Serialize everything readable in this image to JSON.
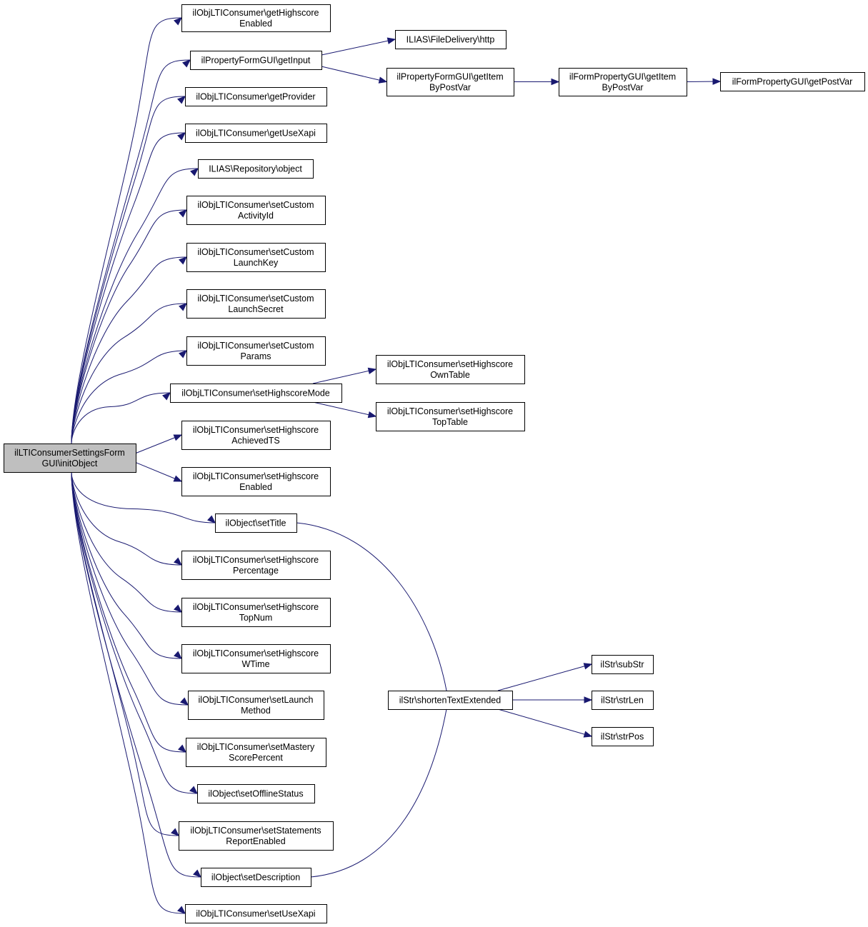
{
  "graph": {
    "nodes": [
      {
        "id": "root",
        "lines": [
          "ilLTIConsumerSettingsForm",
          "GUI\\initObject"
        ],
        "highlighted": true
      },
      {
        "id": "n_getHighscoreEnabled",
        "lines": [
          "ilObjLTIConsumer\\getHighscore",
          "Enabled"
        ]
      },
      {
        "id": "n_getInput",
        "lines": [
          "ilPropertyFormGUI\\getInput"
        ]
      },
      {
        "id": "n_getProvider",
        "lines": [
          "ilObjLTIConsumer\\getProvider"
        ]
      },
      {
        "id": "n_getUseXapi",
        "lines": [
          "ilObjLTIConsumer\\getUseXapi"
        ]
      },
      {
        "id": "n_repoObject",
        "lines": [
          "ILIAS\\Repository\\object"
        ]
      },
      {
        "id": "n_setCustomActivityId",
        "lines": [
          "ilObjLTIConsumer\\setCustom",
          "ActivityId"
        ]
      },
      {
        "id": "n_setCustomLaunchKey",
        "lines": [
          "ilObjLTIConsumer\\setCustom",
          "LaunchKey"
        ]
      },
      {
        "id": "n_setCustomLaunchSecret",
        "lines": [
          "ilObjLTIConsumer\\setCustom",
          "LaunchSecret"
        ]
      },
      {
        "id": "n_setCustomParams",
        "lines": [
          "ilObjLTIConsumer\\setCustom",
          "Params"
        ]
      },
      {
        "id": "n_setHighscoreMode",
        "lines": [
          "ilObjLTIConsumer\\setHighscoreMode"
        ]
      },
      {
        "id": "n_setHighscoreAchievedTS",
        "lines": [
          "ilObjLTIConsumer\\setHighscore",
          "AchievedTS"
        ]
      },
      {
        "id": "n_setHighscoreEnabled",
        "lines": [
          "ilObjLTIConsumer\\setHighscore",
          "Enabled"
        ]
      },
      {
        "id": "n_setTitle",
        "lines": [
          "ilObject\\setTitle"
        ]
      },
      {
        "id": "n_setHighscorePercentage",
        "lines": [
          "ilObjLTIConsumer\\setHighscore",
          "Percentage"
        ]
      },
      {
        "id": "n_setHighscoreTopNum",
        "lines": [
          "ilObjLTIConsumer\\setHighscore",
          "TopNum"
        ]
      },
      {
        "id": "n_setHighscoreWTime",
        "lines": [
          "ilObjLTIConsumer\\setHighscore",
          "WTime"
        ]
      },
      {
        "id": "n_setLaunchMethod",
        "lines": [
          "ilObjLTIConsumer\\setLaunch",
          "Method"
        ]
      },
      {
        "id": "n_setMasteryScorePercent",
        "lines": [
          "ilObjLTIConsumer\\setMastery",
          "ScorePercent"
        ]
      },
      {
        "id": "n_setOfflineStatus",
        "lines": [
          "ilObject\\setOfflineStatus"
        ]
      },
      {
        "id": "n_setStatementsReportEnabled",
        "lines": [
          "ilObjLTIConsumer\\setStatements",
          "ReportEnabled"
        ]
      },
      {
        "id": "n_setDescription",
        "lines": [
          "ilObject\\setDescription"
        ]
      },
      {
        "id": "n_setUseXapi",
        "lines": [
          "ilObjLTIConsumer\\setUseXapi"
        ]
      },
      {
        "id": "n_http",
        "lines": [
          "ILIAS\\FileDelivery\\http"
        ]
      },
      {
        "id": "n_getItemByPostVar",
        "lines": [
          "ilPropertyFormGUI\\getItem",
          "ByPostVar"
        ]
      },
      {
        "id": "n_formPropGetItemByPostVar",
        "lines": [
          "ilFormPropertyGUI\\getItem",
          "ByPostVar"
        ]
      },
      {
        "id": "n_getPostVar",
        "lines": [
          "ilFormPropertyGUI\\getPostVar"
        ]
      },
      {
        "id": "n_setHighscoreOwnTable",
        "lines": [
          "ilObjLTIConsumer\\setHighscore",
          "OwnTable"
        ]
      },
      {
        "id": "n_setHighscoreTopTable",
        "lines": [
          "ilObjLTIConsumer\\setHighscore",
          "TopTable"
        ]
      },
      {
        "id": "n_shortenTextExtended",
        "lines": [
          "ilStr\\shortenTextExtended"
        ]
      },
      {
        "id": "n_subStr",
        "lines": [
          "ilStr\\subStr"
        ]
      },
      {
        "id": "n_strLen",
        "lines": [
          "ilStr\\strLen"
        ]
      },
      {
        "id": "n_strPos",
        "lines": [
          "ilStr\\strPos"
        ]
      }
    ],
    "edges": [
      {
        "from": "root",
        "to": "n_getHighscoreEnabled"
      },
      {
        "from": "root",
        "to": "n_getInput"
      },
      {
        "from": "root",
        "to": "n_getProvider"
      },
      {
        "from": "root",
        "to": "n_getUseXapi"
      },
      {
        "from": "root",
        "to": "n_repoObject"
      },
      {
        "from": "root",
        "to": "n_setCustomActivityId"
      },
      {
        "from": "root",
        "to": "n_setCustomLaunchKey"
      },
      {
        "from": "root",
        "to": "n_setCustomLaunchSecret"
      },
      {
        "from": "root",
        "to": "n_setCustomParams"
      },
      {
        "from": "root",
        "to": "n_setHighscoreMode"
      },
      {
        "from": "root",
        "to": "n_setHighscoreAchievedTS"
      },
      {
        "from": "root",
        "to": "n_setHighscoreEnabled"
      },
      {
        "from": "root",
        "to": "n_setTitle"
      },
      {
        "from": "root",
        "to": "n_setHighscorePercentage"
      },
      {
        "from": "root",
        "to": "n_setHighscoreTopNum"
      },
      {
        "from": "root",
        "to": "n_setHighscoreWTime"
      },
      {
        "from": "root",
        "to": "n_setLaunchMethod"
      },
      {
        "from": "root",
        "to": "n_setMasteryScorePercent"
      },
      {
        "from": "root",
        "to": "n_setOfflineStatus"
      },
      {
        "from": "root",
        "to": "n_setStatementsReportEnabled"
      },
      {
        "from": "root",
        "to": "n_setDescription"
      },
      {
        "from": "root",
        "to": "n_setUseXapi"
      },
      {
        "from": "n_getInput",
        "to": "n_http"
      },
      {
        "from": "n_getInput",
        "to": "n_getItemByPostVar"
      },
      {
        "from": "n_getItemByPostVar",
        "to": "n_formPropGetItemByPostVar"
      },
      {
        "from": "n_formPropGetItemByPostVar",
        "to": "n_getPostVar"
      },
      {
        "from": "n_setHighscoreMode",
        "to": "n_setHighscoreOwnTable"
      },
      {
        "from": "n_setHighscoreMode",
        "to": "n_setHighscoreTopTable"
      },
      {
        "from": "n_setTitle",
        "to": "n_shortenTextExtended"
      },
      {
        "from": "n_setDescription",
        "to": "n_shortenTextExtended"
      },
      {
        "from": "n_shortenTextExtended",
        "to": "n_subStr"
      },
      {
        "from": "n_shortenTextExtended",
        "to": "n_strLen"
      },
      {
        "from": "n_shortenTextExtended",
        "to": "n_strPos"
      }
    ]
  }
}
